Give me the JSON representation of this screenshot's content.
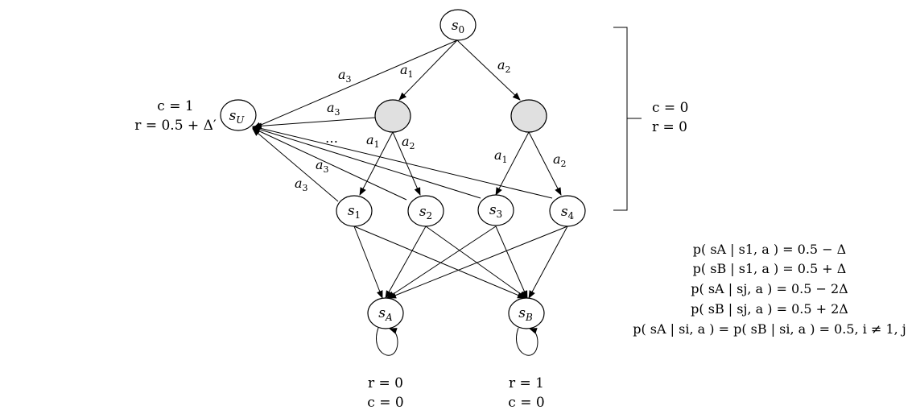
{
  "nodes": {
    "s0": {
      "base": "s",
      "sub": "0"
    },
    "sU": {
      "base": "s",
      "sub": "U"
    },
    "s1": {
      "base": "s",
      "sub": "1"
    },
    "s2": {
      "base": "s",
      "sub": "2"
    },
    "s3": {
      "base": "s",
      "sub": "3"
    },
    "s4": {
      "base": "s",
      "sub": "4"
    },
    "sA": {
      "base": "s",
      "sub": "A"
    },
    "sB": {
      "base": "s",
      "sub": "B"
    }
  },
  "edge_labels": {
    "s0_sU": {
      "base": "a",
      "sub": "3"
    },
    "s0_g1": {
      "base": "a",
      "sub": "1"
    },
    "s0_g2": {
      "base": "a",
      "sub": "2"
    },
    "g1_sU": {
      "base": "a",
      "sub": "3"
    },
    "g1_s1": {
      "base": "a",
      "sub": "1"
    },
    "g1_s2": {
      "base": "a",
      "sub": "2"
    },
    "g2_s3": {
      "base": "a",
      "sub": "1"
    },
    "g2_s4": {
      "base": "a",
      "sub": "2"
    },
    "s2_sU": {
      "base": "a",
      "sub": "3"
    },
    "s1_sU": {
      "base": "a",
      "sub": "3"
    },
    "ellipsis": "…"
  },
  "su_annotation": {
    "cost": "c = 1",
    "reward": "r = 0.5 + Δ′"
  },
  "bracket_annotation": {
    "cost": "c = 0",
    "reward": "r = 0"
  },
  "sa_annotation": {
    "reward": "r = 0",
    "cost": "c = 0"
  },
  "sb_annotation": {
    "reward": "r = 1",
    "cost": "c = 0"
  },
  "transition_equations": [
    "p( sA | s1, a ) = 0.5 − Δ",
    "p( sB | s1, a ) = 0.5 + Δ",
    "p( sA | sj, a ) = 0.5 − 2Δ",
    "p( sB | sj, a ) = 0.5 + 2Δ",
    "p( sA | si, a ) = p( sB | si, a ) = 0.5, i ≠ 1, j"
  ]
}
